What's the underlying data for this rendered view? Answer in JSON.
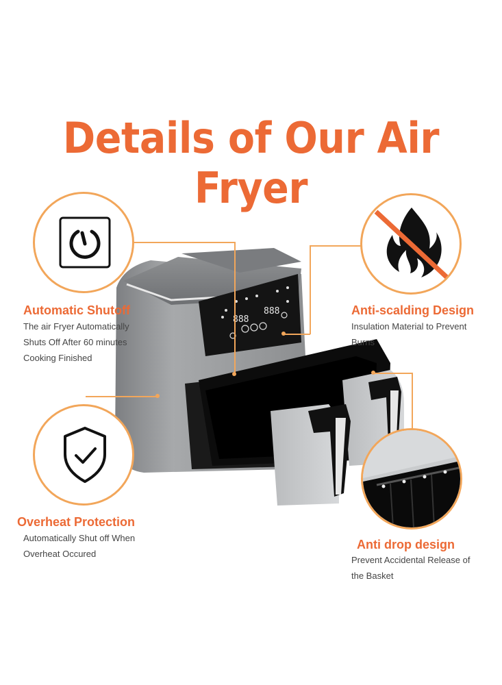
{
  "title": "Details of Our Air Fryer",
  "features": {
    "shutoff": {
      "icon": "timer-power-icon",
      "title": "Automatic Shutoff",
      "desc": [
        "The air Fryer Automatically",
        "Shuts Off After 60 minutes",
        "Cooking Finished"
      ]
    },
    "scalding": {
      "icon": "no-flame-icon",
      "title": "Anti-scalding Design",
      "desc": [
        "Insulation Material to Prevent",
        "Burns"
      ]
    },
    "overheat": {
      "icon": "shield-check-icon",
      "title": "Overheat Protection",
      "desc": [
        "Automatically Shut off When",
        "Overheat Occured"
      ]
    },
    "antidrop": {
      "icon": "basket-detail-icon",
      "title": "Anti drop design",
      "desc": [
        "Prevent Accidental Release of",
        "the Basket"
      ]
    }
  },
  "product": {
    "display_left": "888",
    "display_right": "888"
  },
  "colors": {
    "accent": "#ec6a35",
    "ring": "#f2a65a",
    "body": "#9a9c9e",
    "panel": "#141414"
  }
}
